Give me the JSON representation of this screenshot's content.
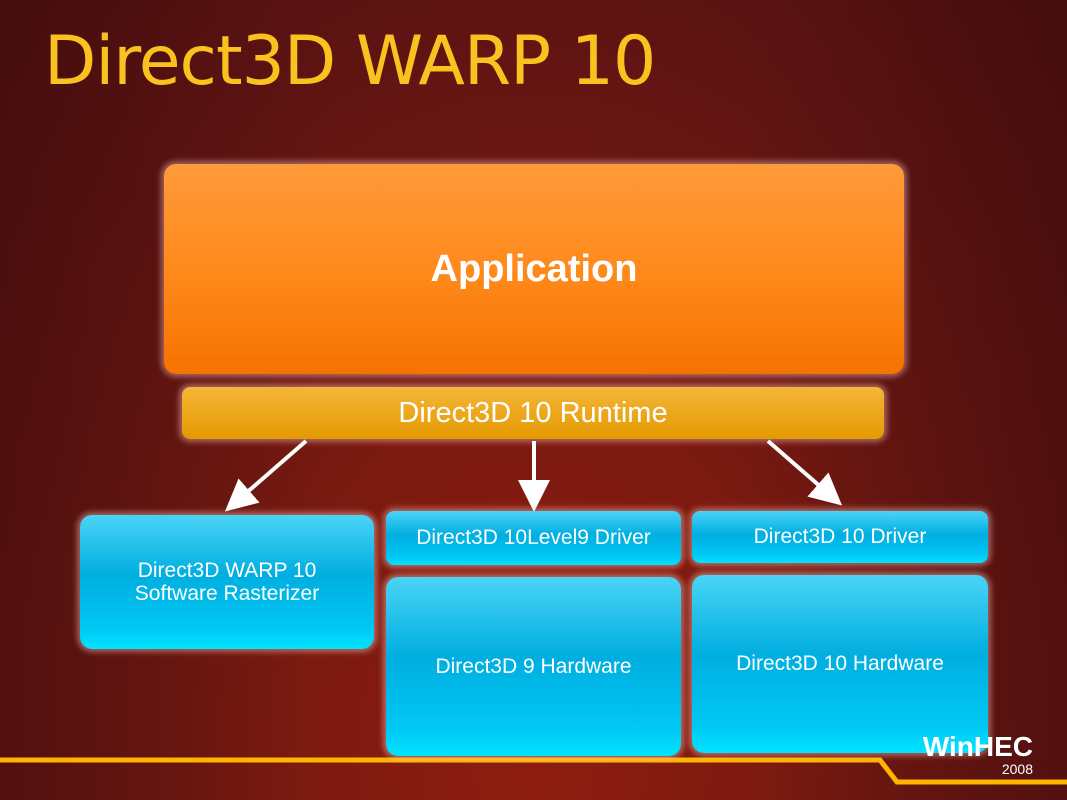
{
  "title": "Direct3D WARP 10",
  "application": "Application",
  "runtime": "Direct3D 10 Runtime",
  "warp": {
    "line1": "Direct3D WARP 10",
    "line2": "Software Rasterizer"
  },
  "level9_driver": "Direct3D 10Level9 Driver",
  "d3d9_hw": "Direct3D 9 Hardware",
  "d3d10_driver": "Direct3D 10 Driver",
  "d3d10_hw": "Direct3D 10 Hardware",
  "logo": {
    "name": "WinHEC",
    "year": "2008"
  }
}
